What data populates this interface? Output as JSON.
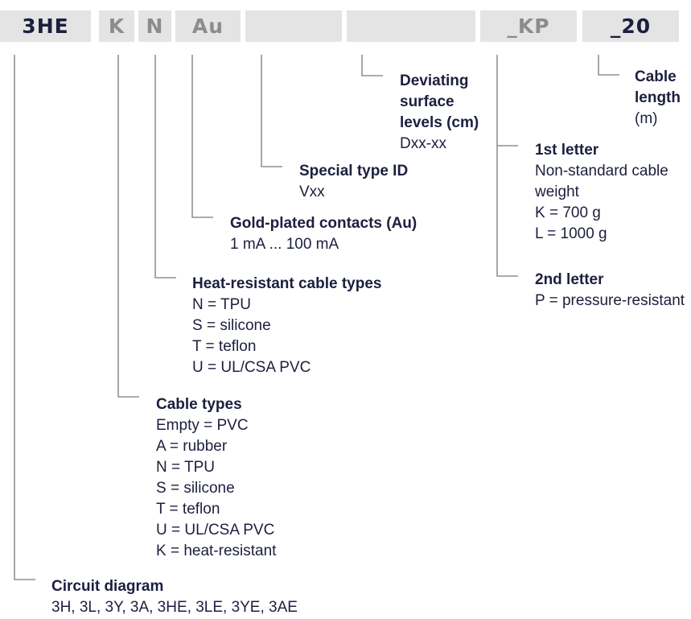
{
  "code_segments": [
    {
      "id": "circuit",
      "text": "3HE"
    },
    {
      "id": "cable-type",
      "text": "K"
    },
    {
      "id": "heat-cable",
      "text": "N"
    },
    {
      "id": "gold",
      "text": "Au"
    },
    {
      "id": "special",
      "text": ""
    },
    {
      "id": "deviating",
      "text": ""
    },
    {
      "id": "letters",
      "text": "_KP"
    },
    {
      "id": "length",
      "text": "_20"
    }
  ],
  "colors": {
    "box_bg": "#e4e4e4",
    "text_dark": "#1c1f3e",
    "text_muted": "#8c8c8c",
    "line": "#7a7a7a"
  },
  "descriptions": {
    "deviating": {
      "title": "Deviating surface levels (cm)",
      "lines": [
        "Dxx-xx"
      ]
    },
    "length": {
      "title": "Cable length",
      "lines": [
        "(m)"
      ]
    },
    "first_letter": {
      "title": "1st letter",
      "lines": [
        "Non-standard cable weight",
        "K = 700 g",
        "L = 1000 g"
      ]
    },
    "special": {
      "title": "Special type ID",
      "lines": [
        "Vxx"
      ]
    },
    "gold": {
      "title": "Gold-plated contacts (Au)",
      "lines": [
        "1 mA ... 100 mA"
      ]
    },
    "second_letter": {
      "title": "2nd letter",
      "lines": [
        "P = pressure-resistant"
      ]
    },
    "heat_cable": {
      "title": "Heat-resistant cable types",
      "lines": [
        "N = TPU",
        "S = silicone",
        "T = teflon",
        "U = UL/CSA PVC"
      ]
    },
    "cable_types": {
      "title": "Cable types",
      "lines": [
        "Empty = PVC",
        "A = rubber",
        "N = TPU",
        "S = silicone",
        "T = teflon",
        "U = UL/CSA PVC",
        "K = heat-resistant"
      ]
    },
    "circuit": {
      "title": "Circuit diagram",
      "lines": [
        "3H, 3L, 3Y, 3A, 3HE, 3LE, 3YE, 3AE"
      ]
    }
  }
}
